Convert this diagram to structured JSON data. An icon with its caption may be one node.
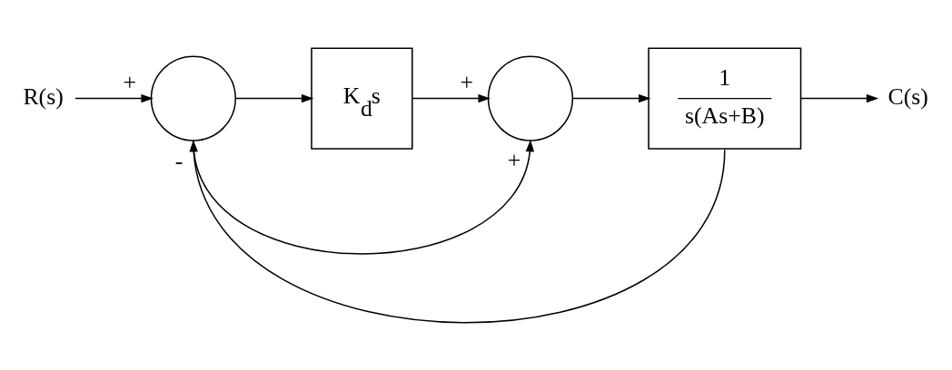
{
  "diagram": {
    "nodes": [
      {
        "text": [
          "R(s)"
        ]
      },
      {
        "text": [],
        "shape": "circle",
        "beside": [
          "+",
          "-"
        ]
      },
      {
        "text": [
          "K$_{d}$s"
        ]
      },
      {
        "text": [],
        "shape": "circle",
        "beside": [
          "+",
          "+"
        ]
      },
      {
        "text": [
          "1",
          "s(As+B)"
        ]
      },
      {
        "text": [
          "C(s)"
        ]
      }
    ],
    "edges": [
      {
        "from": 0,
        "to": 1,
        "arrow": "to"
      },
      {
        "from": 1,
        "to": 2,
        "arrow": "to"
      },
      {
        "from": 2,
        "to": 3,
        "arrow": "to"
      },
      {
        "from": 1,
        "to": 3,
        "arrow": "to"
      },
      {
        "from": 3,
        "to": 4,
        "arrow": "to"
      },
      {
        "from": 4,
        "to": 5,
        "arrow": "to"
      },
      {
        "from": 4,
        "to": 1,
        "arrow": "to"
      }
    ]
  }
}
